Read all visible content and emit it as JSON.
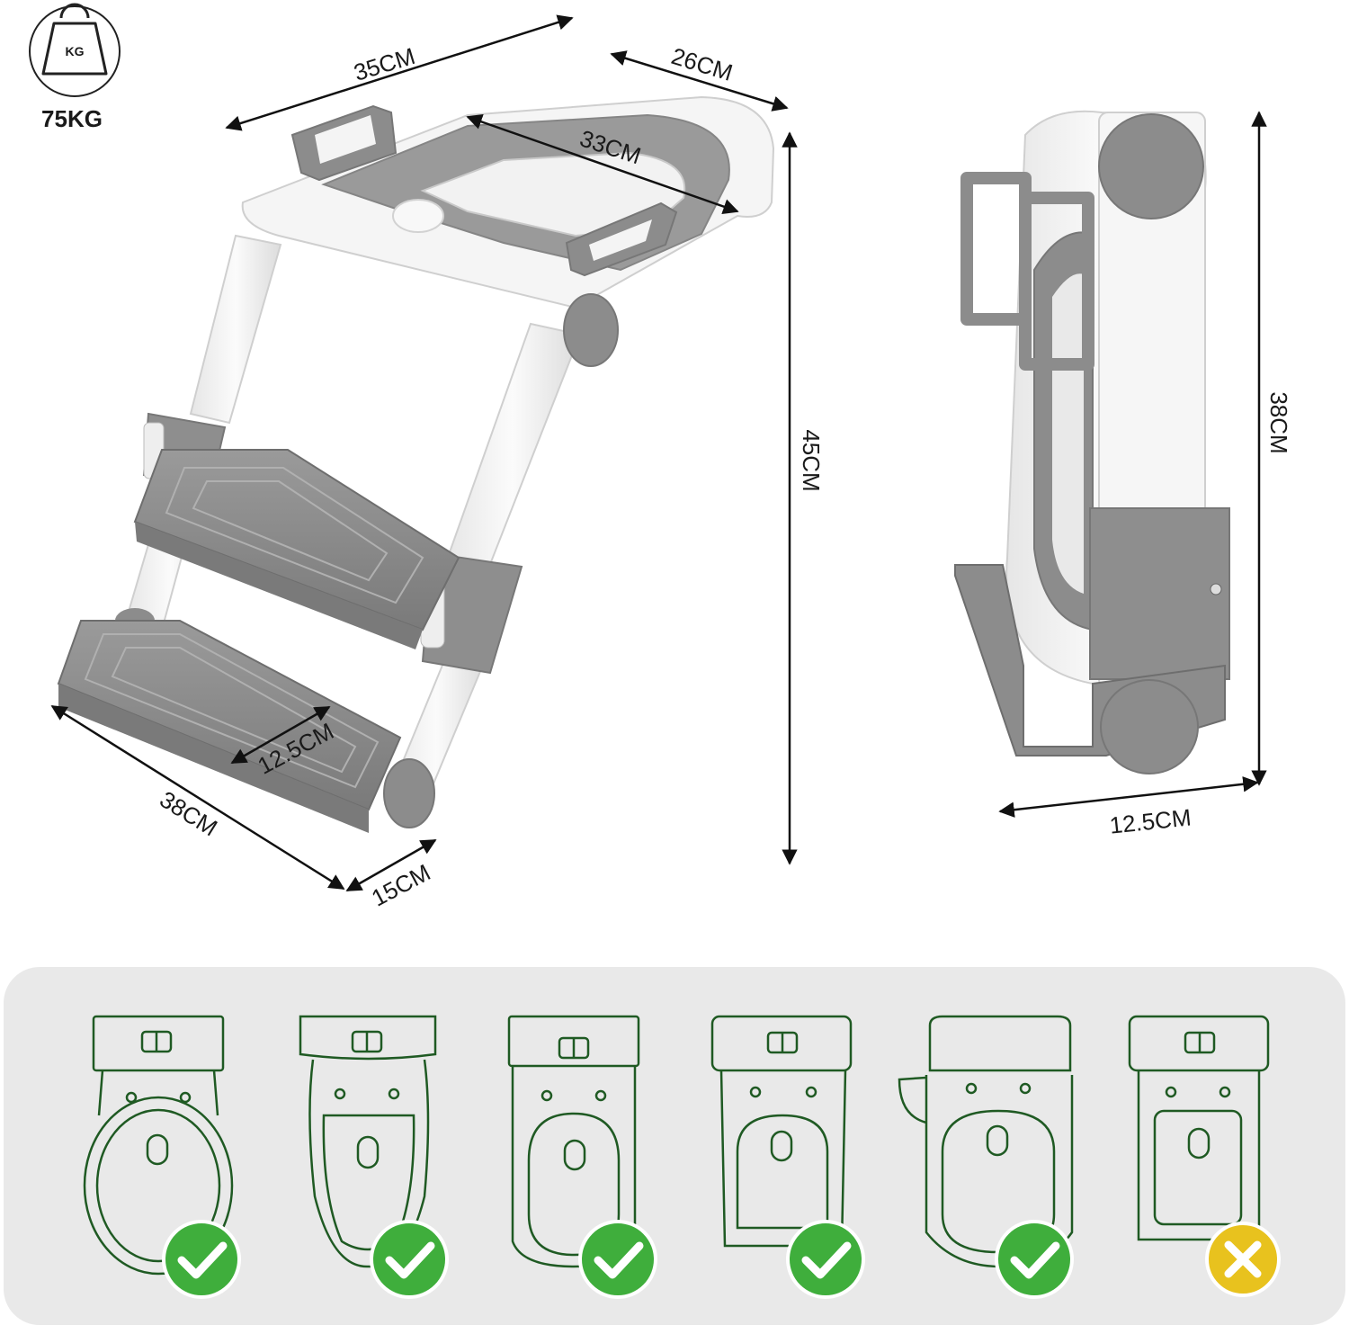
{
  "weight": {
    "icon": "weight-kg-icon",
    "icon_text": "KG",
    "capacity": "75KG"
  },
  "dimensions": {
    "top_width": "35CM",
    "depth": "26CM",
    "seat_width": "33CM",
    "height": "45CM",
    "step_width": "38CM",
    "step_depth": "12.5CM",
    "base_depth": "15CM",
    "folded_height": "38CM",
    "folded_depth": "12.5CM"
  },
  "colors": {
    "plastic_white": "#f4f4f4",
    "plastic_grey": "#8a8a8a",
    "outline_green": "#1f5a23",
    "check_green": "#3fae3c",
    "cross_yellow": "#e8c21e",
    "panel_bg": "#e9e9e9"
  },
  "compatibility": [
    {
      "shape": "round",
      "compatible": true,
      "badge_icon": "check-icon"
    },
    {
      "shape": "elongated",
      "compatible": true,
      "badge_icon": "check-icon"
    },
    {
      "shape": "oval",
      "compatible": true,
      "badge_icon": "check-icon"
    },
    {
      "shape": "d-shape",
      "compatible": true,
      "badge_icon": "check-icon"
    },
    {
      "shape": "wall-mounted",
      "compatible": true,
      "badge_icon": "check-icon"
    },
    {
      "shape": "square",
      "compatible": false,
      "badge_icon": "cross-icon"
    }
  ]
}
